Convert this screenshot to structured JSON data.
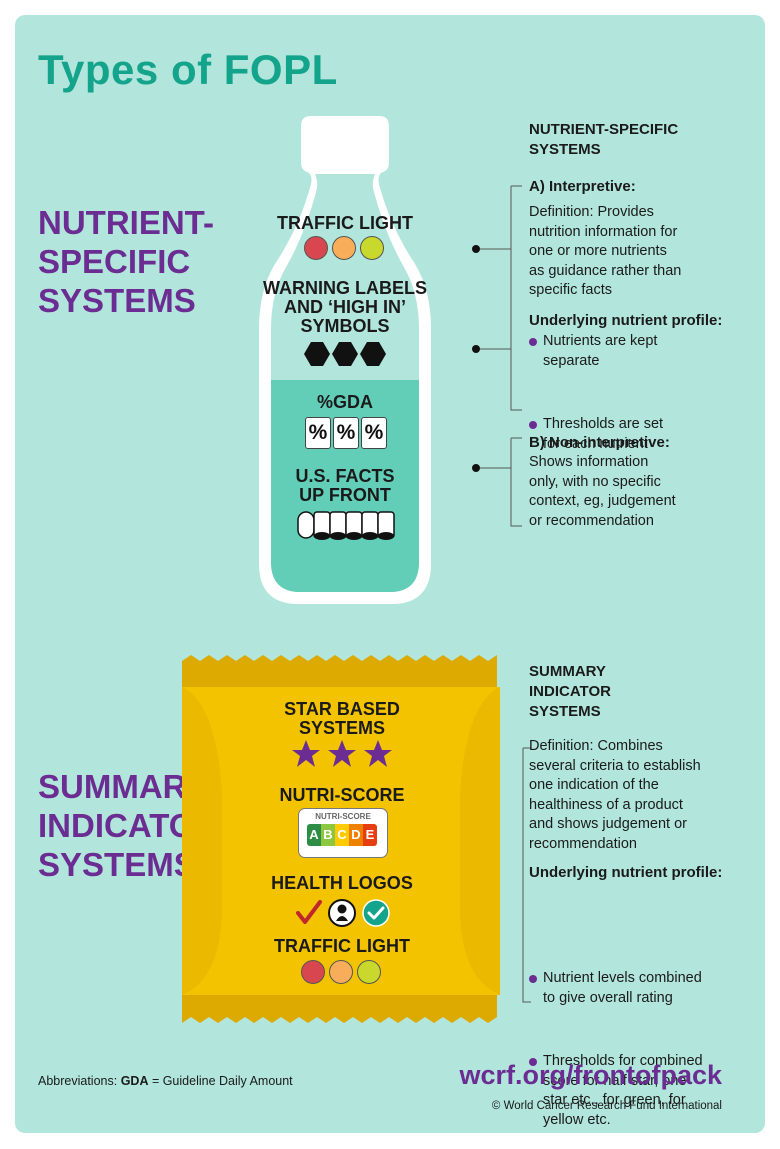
{
  "title": "Types of FOPL",
  "nutrient_section": {
    "heading_lines": [
      "NUTRIENT-",
      "SPECIFIC",
      "SYSTEMS"
    ],
    "bottle": {
      "traffic_light_label": "TRAFFIC LIGHT",
      "warning_label_lines": [
        "WARNING LABELS",
        "AND ‘HIGH IN’",
        "SYMBOLS"
      ],
      "gda_label": "%GDA",
      "gda_symbol": "%",
      "us_facts_lines": [
        "U.S. FACTS",
        "UP FRONT"
      ]
    },
    "side": {
      "heading_lines": [
        "NUTRIENT-SPECIFIC",
        "SYSTEMS"
      ],
      "interpretive_head": "A) Interpretive:",
      "interpretive_def_lines": [
        "Definition: Provides",
        "nutrition information for",
        "one or more nutrients",
        "as guidance rather than",
        "specific facts"
      ],
      "profile_head": "Underlying nutrient profile:",
      "bullets": [
        [
          "Nutrients are kept",
          "separate"
        ],
        [
          "Thresholds are set",
          "for each nutrient"
        ]
      ],
      "non_interpretive_head": "B) Non-interpretive:",
      "non_interpretive_lines": [
        "Shows information",
        "only, with no specific",
        "context, eg, judgement",
        "or recommendation"
      ]
    }
  },
  "summary_section": {
    "heading_lines": [
      "SUMMARY",
      "INDICATOR",
      "SYSTEMS"
    ],
    "pack": {
      "star_label_lines": [
        "STAR BASED",
        "SYSTEMS"
      ],
      "nutriscore_label": "NUTRI-SCORE",
      "nutriscore_logo_text": "NUTRI-SCORE",
      "nutriscore_letters": [
        "A",
        "B",
        "C",
        "D",
        "E"
      ],
      "health_logos_label": "HEALTH LOGOS",
      "traffic_light_label": "TRAFFIC LIGHT"
    },
    "side": {
      "heading_lines": [
        "SUMMARY",
        "INDICATOR",
        "SYSTEMS"
      ],
      "def_lines": [
        "Definition: Combines",
        "several criteria to establish",
        "one indication of the",
        "healthiness of a product",
        "and shows judgement or",
        "recommendation"
      ],
      "profile_head": "Underlying nutrient profile:",
      "bullets": [
        [
          "Nutrient levels combined",
          "to give overall rating"
        ],
        [
          "Thresholds for combined",
          "score for half star, one",
          "star etc., for green, for",
          "yellow etc."
        ]
      ]
    }
  },
  "footer": {
    "abbr_prefix": "Abbreviations: ",
    "abbr_term": "GDA",
    "abbr_rest": " = Guideline Daily Amount",
    "url": "wcrf.org/frontofpack",
    "copyright": "© World Cancer Research Fund International"
  },
  "colors": {
    "background": "#b2e6dc",
    "title": "#14a38b",
    "purple": "#6b2d91",
    "bottle_liquid": "#62ceb8",
    "pack": "#f4c300",
    "pack_edge": "#dcaa00",
    "traffic_red": "#d8474f",
    "traffic_amber": "#f7ad5a",
    "traffic_green": "#c8d82c",
    "nutri_colors": [
      "#2d8c46",
      "#8dc63f",
      "#fecb02",
      "#ee8100",
      "#e63e11"
    ]
  }
}
